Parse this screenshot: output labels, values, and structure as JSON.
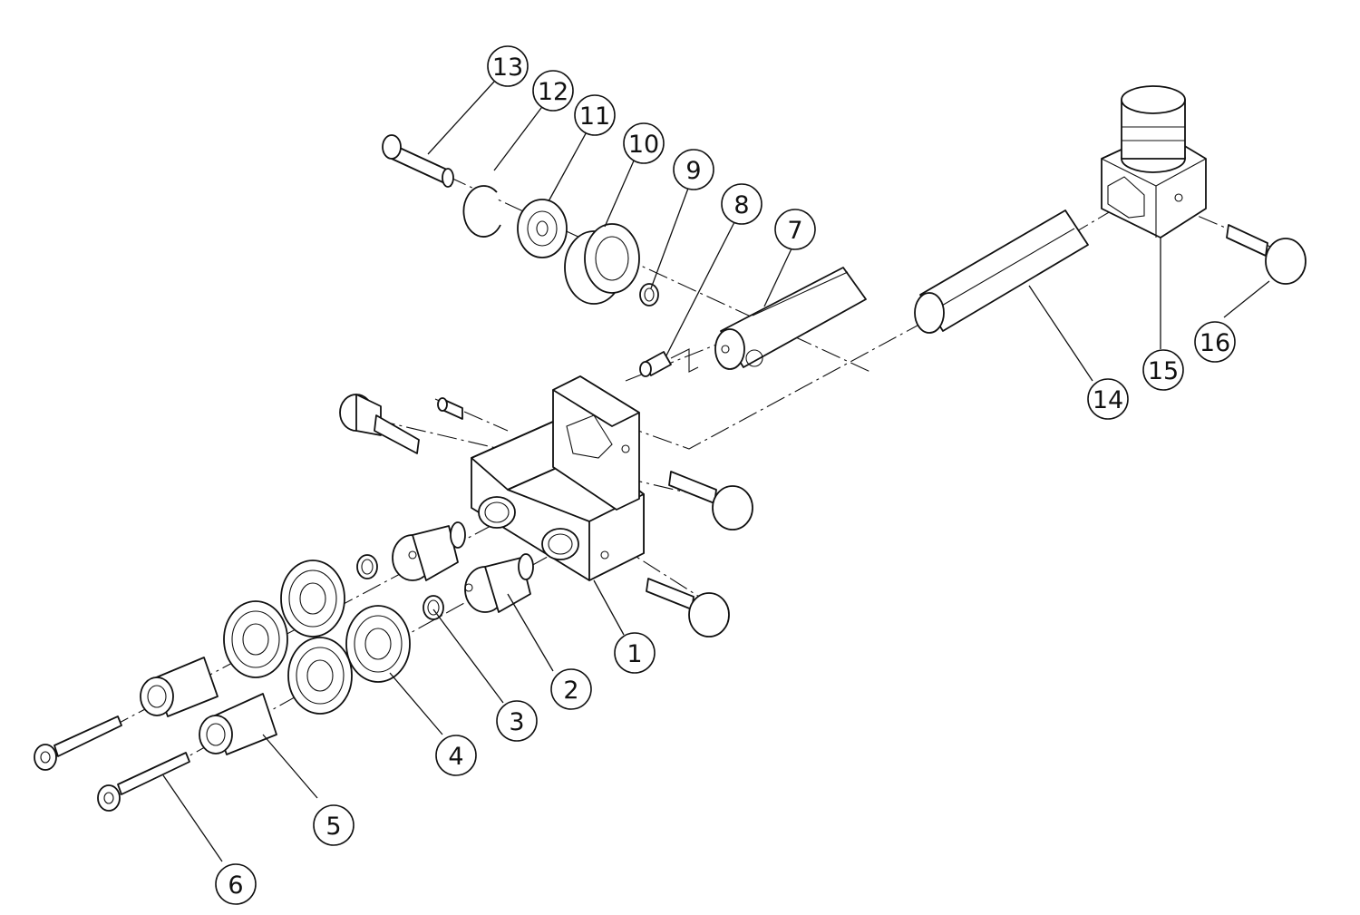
{
  "diagram": {
    "type": "exploded-assembly-drawing",
    "line_color": "#111111",
    "background": "#ffffff",
    "callouts": [
      {
        "number": "1"
      },
      {
        "number": "2"
      },
      {
        "number": "3"
      },
      {
        "number": "4"
      },
      {
        "number": "5"
      },
      {
        "number": "6"
      },
      {
        "number": "7"
      },
      {
        "number": "8"
      },
      {
        "number": "9"
      },
      {
        "number": "10"
      },
      {
        "number": "11"
      },
      {
        "number": "12"
      },
      {
        "number": "13"
      },
      {
        "number": "14"
      },
      {
        "number": "15"
      },
      {
        "number": "16"
      }
    ]
  }
}
